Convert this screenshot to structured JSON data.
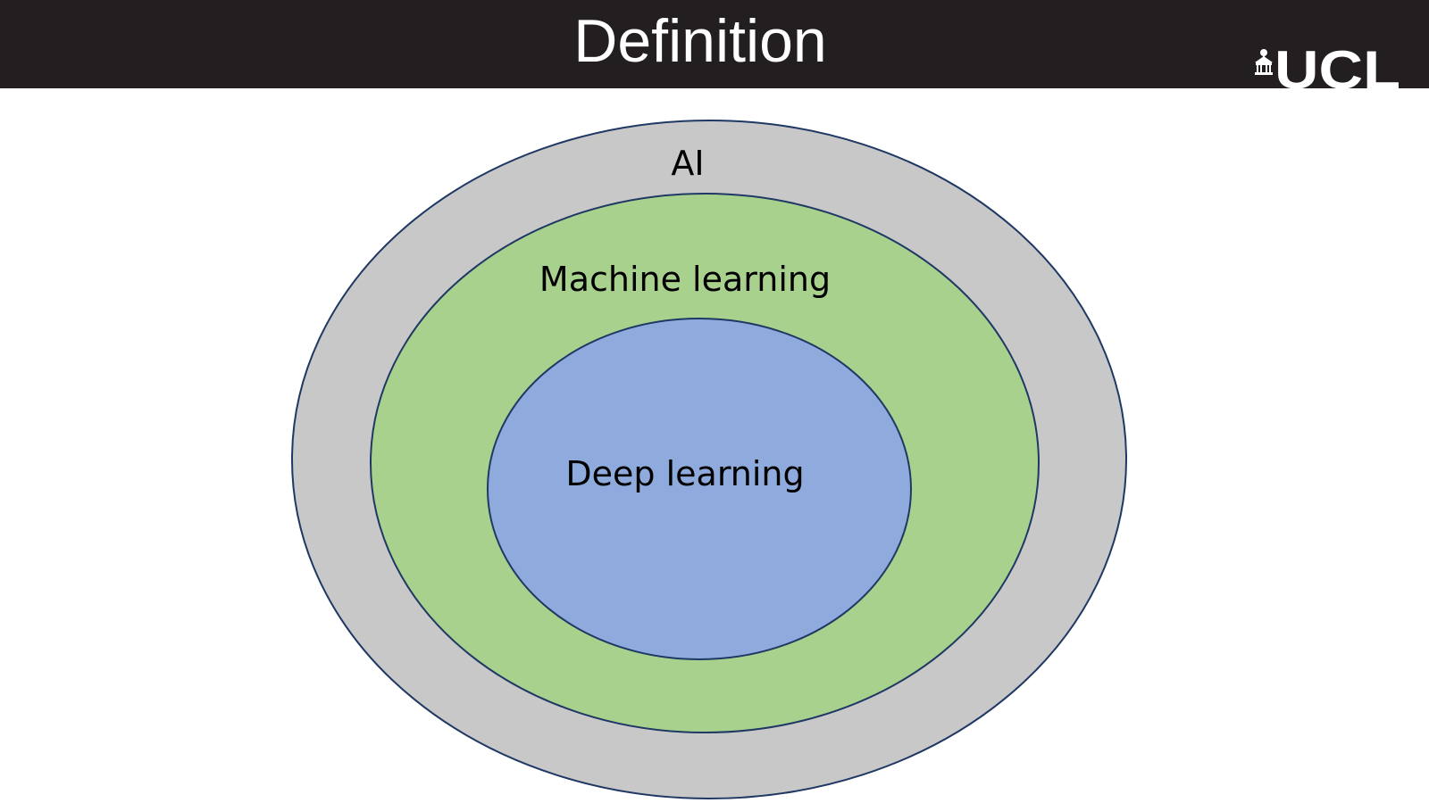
{
  "slide": {
    "title": "Definition",
    "logo_text": "UCL"
  },
  "diagram": {
    "rings": [
      {
        "label": "AI",
        "color": "#c8c8c8"
      },
      {
        "label": "Machine learning",
        "color": "#a9d18e"
      },
      {
        "label": "Deep learning",
        "color": "#8faadc"
      }
    ],
    "outline_color": "#1f3864"
  },
  "colors": {
    "header_background": "#231f20",
    "header_text": "#ffffff"
  }
}
